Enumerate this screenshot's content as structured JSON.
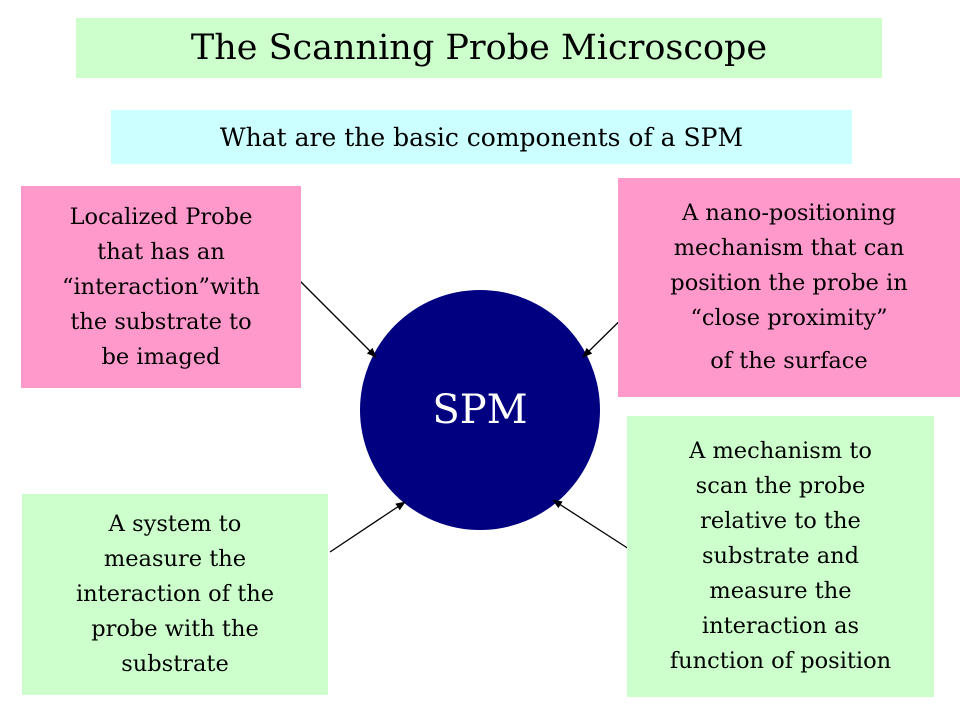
{
  "slide": {
    "title": "The Scanning Probe Microscope",
    "subtitle": "What are the basic components of  a SPM",
    "center_label": "SPM",
    "colors": {
      "center_fill": "#000080",
      "pink_box": "#ff99cc",
      "green_box": "#ccffcc",
      "cyan_box": "#ccffff"
    },
    "boxes": {
      "probe": [
        "Localized Probe",
        "that has an",
        "“interaction”with",
        "the substrate to",
        "be imaged"
      ],
      "positioning": [
        "A nano-positioning",
        "mechanism that can",
        "position the probe in",
        "“close proximity”"
      ],
      "positioning_tail": "of the surface",
      "measure": [
        "A system to",
        "measure the",
        "interaction of the",
        "probe with the",
        "substrate"
      ],
      "scan": [
        "A mechanism to",
        "scan the probe",
        "relative to the",
        "substrate and",
        "measure the",
        "interaction as",
        "function of position"
      ]
    }
  }
}
